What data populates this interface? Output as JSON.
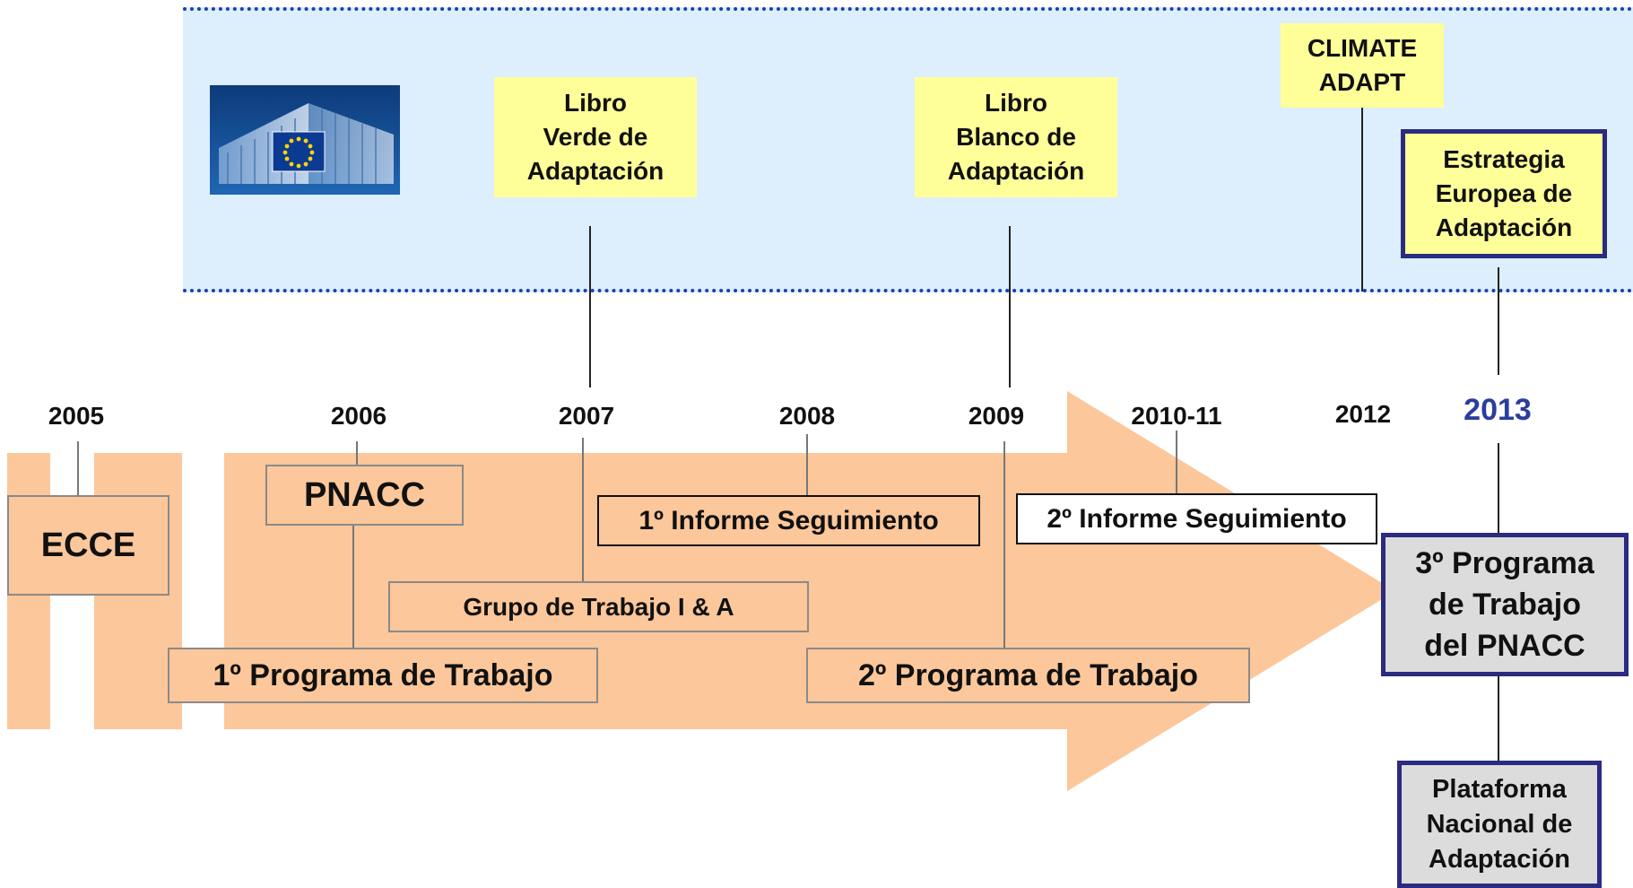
{
  "eu": {
    "top_boxes": [
      {
        "id": "libro-verde",
        "text": "Libro\nVerde de\nAdaptación"
      },
      {
        "id": "libro-blanco",
        "text": "Libro\nBlanco de\nAdaptación"
      },
      {
        "id": "climate-adapt",
        "text": "CLIMATE\nADAPT"
      },
      {
        "id": "estrategia",
        "text": "Estrategia\nEuropea de\nAdaptación"
      }
    ]
  },
  "years": [
    "2005",
    "2006",
    "2007",
    "2008",
    "2009",
    "2010-11",
    "2012",
    "2013"
  ],
  "boxes": {
    "ecce": "ECCE",
    "pnacc": "PNACC",
    "informe1": "1º Informe Seguimiento",
    "informe2": "2º Informe Seguimiento",
    "grupo": "Grupo de Trabajo I & A",
    "programa1": "1º Programa de Trabajo",
    "programa2": "2º Programa de Trabajo",
    "programa3": "3º Programa\nde Trabajo\ndel PNACC",
    "plataforma": "Plataforma\nNacional de\nAdaptación"
  },
  "colors": {
    "eu_band": "#ddeefc",
    "eu_border": "#1a3fb0",
    "sticky_yellow": "#ffff99",
    "arrow_orange": "#fcc79a",
    "navy": "#2b2b80",
    "year_2013": "#2b3e9b"
  },
  "icons": {
    "eu_logo": "eu-commission-building-icon"
  }
}
